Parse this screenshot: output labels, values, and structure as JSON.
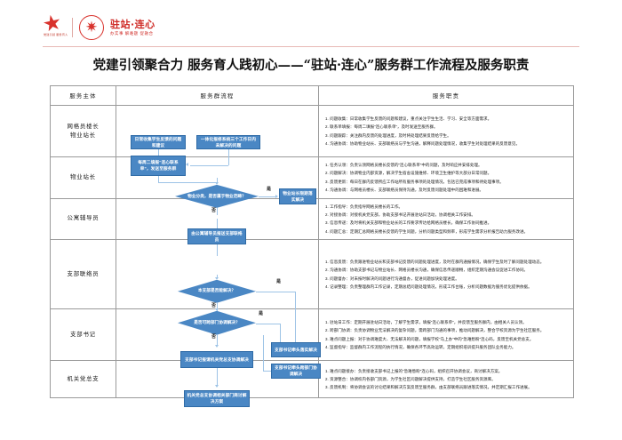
{
  "logo": {
    "mark_name": "red-star-logo",
    "brand_main": "驻站·连心",
    "brand_sub": "办实事 解难题 促融合",
    "star_caption": "党建引领 服务育人"
  },
  "title": "党建引领聚合力 服务育人践初心——“驻站·连心”服务群工作流程及服务职责",
  "table": {
    "headers": [
      "服务主体",
      "服务群流程",
      "服务职责"
    ],
    "rows": [
      {
        "subject": "网格员楼长\n物业站长",
        "subject_lines": [
          "网格员楼长",
          "物业站长"
        ],
        "nodes": [
          {
            "name": "node-daily-collect",
            "text": "日常收集学生反馈的问题和建议"
          },
          {
            "name": "node-integrated-system",
            "text": "一体化报修系统三个工作日内未解决的问题"
          },
          {
            "name": "node-weekly-form",
            "text": "每周二填报“连心联系单”，发送至服务群"
          }
        ],
        "duties": [
          "1. 问题收集：日常收集学生反馈的问题和建议，重点关注学生生活、学习、安全等方面需求。",
          "2. 联系单填报：每周二填报“连心联系单”，及时发送至服务群。",
          "3. 问题跟踪：关注群内反馈的处理进度，及时将处理结果反馈给学生。",
          "4. 沟通协调：协助物业站长、支部联络员与学生沟通，解释问题处理情况，收集学生对处理结果的反馈意见。"
        ]
      },
      {
        "subject": "物业站长",
        "subject_lines": [
          "物业站长"
        ],
        "decision": {
          "name": "decision-property-scope",
          "text": "物业分类，是否属于物业范畴？"
        },
        "branch_yes_label": "是",
        "branch_no_label": "否",
        "nodes": [
          {
            "name": "node-property-resolve",
            "text": "物业站长限期落实解决"
          }
        ],
        "duties": [
          "1. 任务认领：负责认领网格员楼长反馈的“连心联系单”中的问题，及时响应并安排处理。",
          "2. 问题解决：协调物业内部资源，解决学生宿舍设施维修、环境卫生维护等大部分日常问题。",
          "3. 反馈更新：每日在群内反馈所应工作站所有服务事项的处理情况，包括已完成事项和待处理事项。",
          "4. 沟通协调：与网格员楼长、支部联络员保持沟通，及时反馈问题处理中的困难和进展。"
        ]
      },
      {
        "subject": "公寓辅导员",
        "subject_lines": [
          "公寓辅导员"
        ],
        "nodes": [
          {
            "name": "node-counselor-report",
            "text": "由公寓辅导员报送支部联络员"
          }
        ],
        "duties": [
          "1. 工作指导：负责指导网格员楼长的工作。",
          "2. 对接协调：对接机关党支部，协助支部书记开展驻站日活动，协调相关工作安排。",
          "3. 信息传递：及时将机关支部和物业站长的工作要求传达给网格员楼长，确保工作协同推进。",
          "4. 问题汇总：定期汇总网格员楼长反馈的学生问题，分析问题类型和频率，形成学生需求分析报告助力服务改进。"
        ]
      },
      {
        "subject": "支部联络员",
        "subject_lines": [
          "支部联络员"
        ],
        "decisions": [
          {
            "name": "decision-branch-can-solve",
            "text": "本支部是否能解决？"
          },
          {
            "name": "decision-cross-dept",
            "text": "是否可跨部门协调解决？"
          }
        ],
        "branch_yes_label": "是",
        "branch_no_label": "否",
        "duties": [
          "1. 信息反馈：负责跟进物业站长和支部书记反馈的问题处理进度，及时在群内通报情况，确保学生及时了解问题处理动态。",
          "2. 沟通协调：协助支部书记与物业站长、网格员楼长沟通，确保信息传递顺畅，组织定期沟通会议促进工作协同。",
          "3. 问题督办：对未按时解决的问题进行沟通督办，促进问题加快处理进度。",
          "4. 记录整理：负责整理群内工作记录，定期总结问题处理情况，形成工作台账，分析问题数据为服务优化提供依据。"
        ]
      },
      {
        "subject": "支部书记",
        "subject_lines": [
          "支部书记"
        ],
        "nodes": [
          {
            "name": "node-secretary-request-general-branch",
            "text": "支部书记报请机关党总支协调解决"
          },
          {
            "name": "node-secretary-lead-resolve",
            "text": "支部书记牵头落实解决"
          },
          {
            "name": "node-secretary-cross-dept",
            "text": "支部书记牵头跨部门协调解决"
          }
        ],
        "duties": [
          "1. 驻站日工作：定期开展驻站日活动，了解学生需求，填报“连心联系单”，并反馈至服务群内，由相关人员认领。",
          "2. 跨部门协调：负责协调物业无法解决的复杂问题，需跨部门沟通的事项，推动问题解决，整合学校资源为学生社区服务。",
          "3. 难点问题上报：对于协调难度大、无法解决的问题，填报学校“马上办”中的“急难愁盼”连心码，反馈至机关党总支。",
          "4. 监督指导：监督群内工作流程的执行情况，确保各环节高效运转，定期组织培训提升服务团队业务能力。"
        ]
      },
      {
        "subject": "机关党总支",
        "subject_lines": [
          "机关党总支"
        ],
        "nodes": [
          {
            "name": "node-general-branch-coordinate",
            "text": "机关党总支协调相关部门商讨解决方案"
          }
        ],
        "duties": [
          "1. 难点问题接办：负责接收支部书记上报的“急难愁盼”连心码，组织召开协调会议，商讨解决方案。",
          "2. 资源整合：协调校内各部门资源，为学生社区问题解决提供支持，打造学生社区服务资源库。",
          "3. 反馈机制：将协调会议的讨论结果和解决方案反馈至服务群，由支部联络员跟进落实情况，并定期汇报工作进展。"
        ]
      }
    ]
  },
  "colors": {
    "node_fill": "#4a87c4",
    "node_border": "#2f6ba6",
    "connector": "#9dc3e6",
    "brand_red": "#cf2b26",
    "table_border": "#9a9a9a"
  }
}
